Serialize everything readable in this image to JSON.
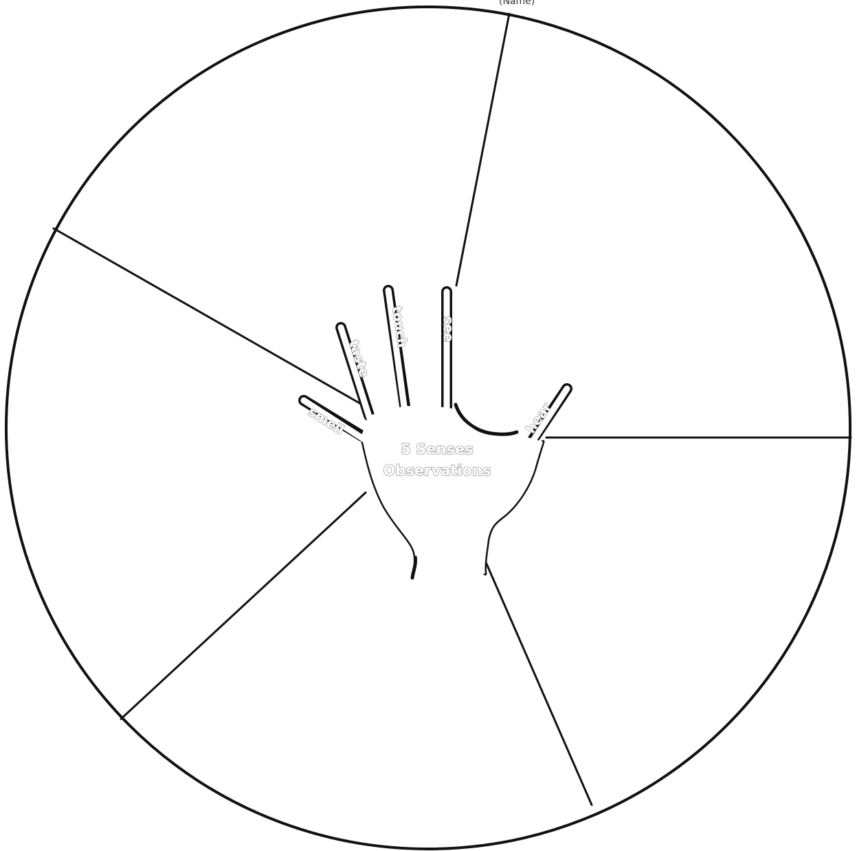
{
  "diagram": {
    "top_cut_text": "(Name)",
    "center": {
      "line1": "5 Senses",
      "line2": "Observations"
    },
    "fingers": {
      "smell": "smell",
      "taste": "taste",
      "touch": "touch",
      "see": "see",
      "hear": "hear"
    },
    "colors": {
      "outline": "#111111",
      "label_text": "#8a8a8a",
      "background": "#ffffff"
    }
  }
}
